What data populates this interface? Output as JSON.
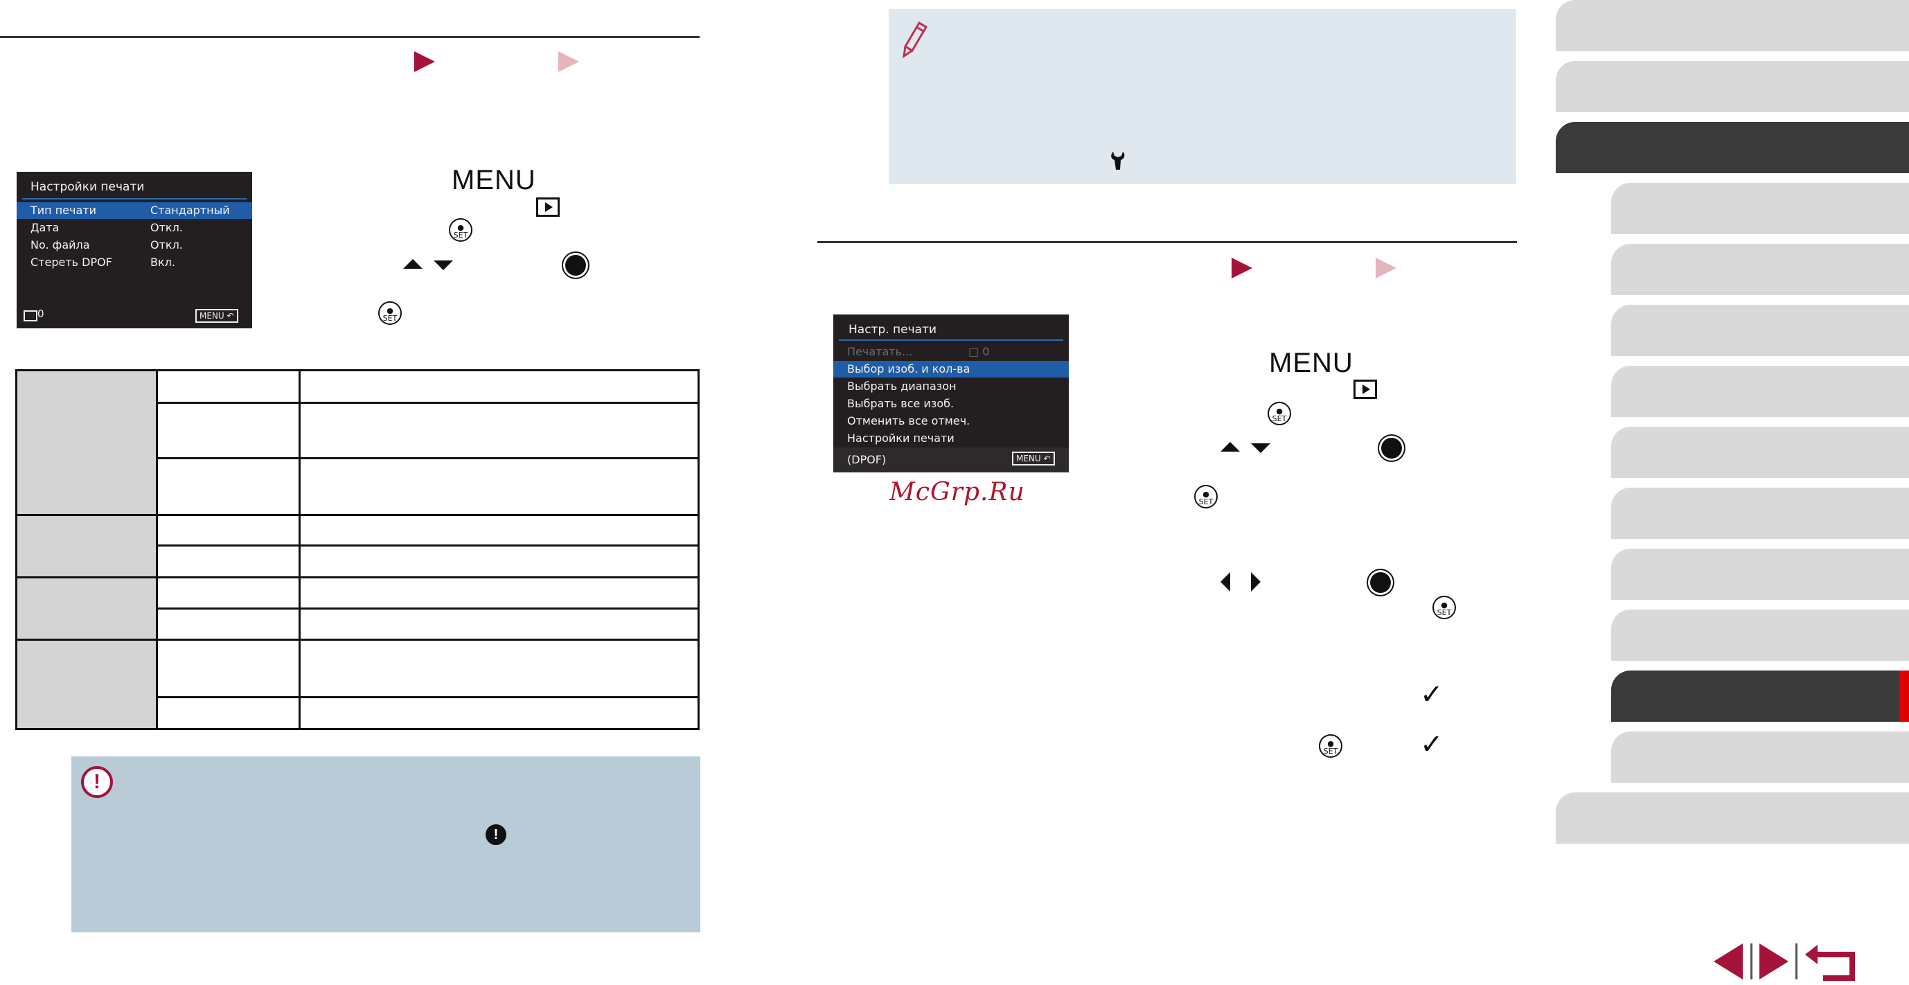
{
  "left_panel": {
    "print_settings_screen": {
      "title": "Настройки печати",
      "rows": [
        {
          "label": "Тип печати",
          "value": "Стандартный"
        },
        {
          "label": "Дата",
          "value": "Откл."
        },
        {
          "label": "No. файла",
          "value": "Откл."
        },
        {
          "label": "Стереть DPOF",
          "value": "Вкл."
        }
      ],
      "count_label": "0",
      "menu_badge": "MENU"
    },
    "menu_word": "MENU"
  },
  "right_panel": {
    "note_icon": "pencil-note-icon",
    "wrench_icon": "wrench-icon",
    "print_menu_screen": {
      "title": "Настр. печати",
      "disabled_item": "Печатать...",
      "disabled_count": "0",
      "items": [
        "Выбор изоб. и кол-ва",
        "Выбрать диапазон",
        "Выбрать все изоб.",
        "Отменить все отмеч.",
        "Настройки печати"
      ],
      "footer": "(DPOF)",
      "menu_badge": "MENU"
    },
    "menu_word": "MENU",
    "watermark": "McGrp.Ru"
  },
  "colors": {
    "accent": "#a5123a",
    "accent_light": "#e6b4bc",
    "tab_active": "#3a3a3a",
    "tab_inactive": "#d9d9d9",
    "tab_marker": "#e00000",
    "note_blue": "#e0e8ef",
    "note_warn": "#b8cbd6"
  },
  "nav": {
    "prev": "prev-page-icon",
    "next": "next-page-icon",
    "back": "return-icon"
  }
}
